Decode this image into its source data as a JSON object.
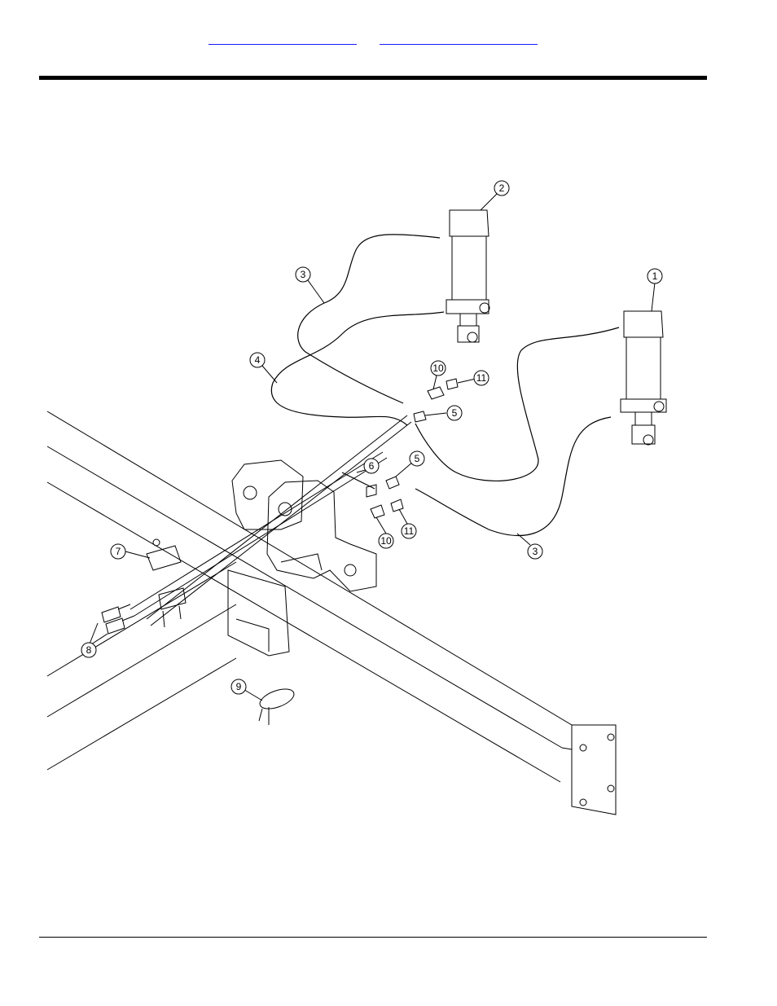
{
  "header": {
    "links": [
      "",
      ""
    ]
  },
  "diagram": {
    "callouts": [
      "1",
      "2",
      "3",
      "3",
      "4",
      "5",
      "5",
      "6",
      "7",
      "8",
      "9",
      "10",
      "10",
      "11",
      "11"
    ]
  },
  "colors": {
    "link": "#1a1aff",
    "line": "#000000",
    "background": "#ffffff"
  }
}
